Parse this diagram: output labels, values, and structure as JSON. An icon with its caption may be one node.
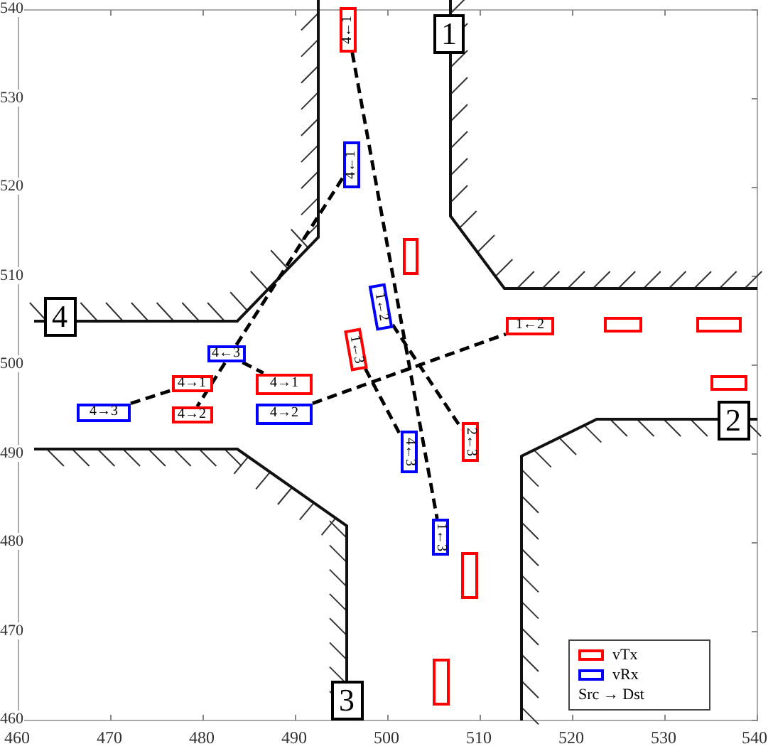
{
  "diagram": {
    "nodes": [
      {
        "text": [
          "1"
        ]
      },
      {
        "text": [
          "4←1"
        ]
      },
      {
        "text": [
          "4←1"
        ]
      },
      {
        "text": [],
        "shape": "box"
      },
      {
        "text": [
          "4"
        ]
      },
      {
        "text": [
          "1←2"
        ]
      },
      {
        "text": [
          "1←2"
        ]
      },
      {
        "text": [],
        "shape": "box"
      },
      {
        "text": [],
        "shape": "box"
      },
      {
        "text": [
          "1←3"
        ]
      },
      {
        "text": [
          "4←3"
        ]
      },
      {
        "text": [
          "4→1"
        ]
      },
      {
        "text": [
          "4→1"
        ]
      },
      {
        "text": [],
        "shape": "box"
      },
      {
        "text": [
          "4→3"
        ]
      },
      {
        "text": [
          "4→2"
        ]
      },
      {
        "text": [
          "4→2"
        ]
      },
      {
        "text": [
          "2"
        ]
      },
      {
        "text": [
          "2←3"
        ]
      },
      {
        "text": [
          "4←3"
        ]
      },
      {
        "text": [
          "1←3"
        ]
      },
      {
        "text": [],
        "shape": "box"
      },
      {
        "text": [],
        "shape": "box"
      },
      {
        "text": [
          "3"
        ]
      }
    ],
    "edges": [
      {
        "from": 1,
        "to": 20,
        "arrow": "none"
      },
      {
        "from": 2,
        "to": 15,
        "arrow": "none"
      },
      {
        "from": 10,
        "to": 12,
        "arrow": "none"
      },
      {
        "from": 14,
        "to": 11,
        "arrow": "none"
      },
      {
        "from": 16,
        "to": 6,
        "arrow": "none"
      },
      {
        "from": 5,
        "to": 18,
        "arrow": "none"
      },
      {
        "from": 9,
        "to": 19,
        "arrow": "none"
      }
    ],
    "labels": [
      "540",
      "530",
      "520",
      "510",
      "500",
      "490",
      "480",
      "470",
      "460",
      "460",
      "470",
      "480",
      "490",
      "500",
      "510",
      "520",
      "530",
      "540"
    ],
    "legend": [
      {
        "text": "vTx",
        "color": "#ff0000"
      },
      {
        "text": "vRx",
        "color": "#0000ff"
      },
      {
        "text": "Src → Dst"
      }
    ]
  }
}
